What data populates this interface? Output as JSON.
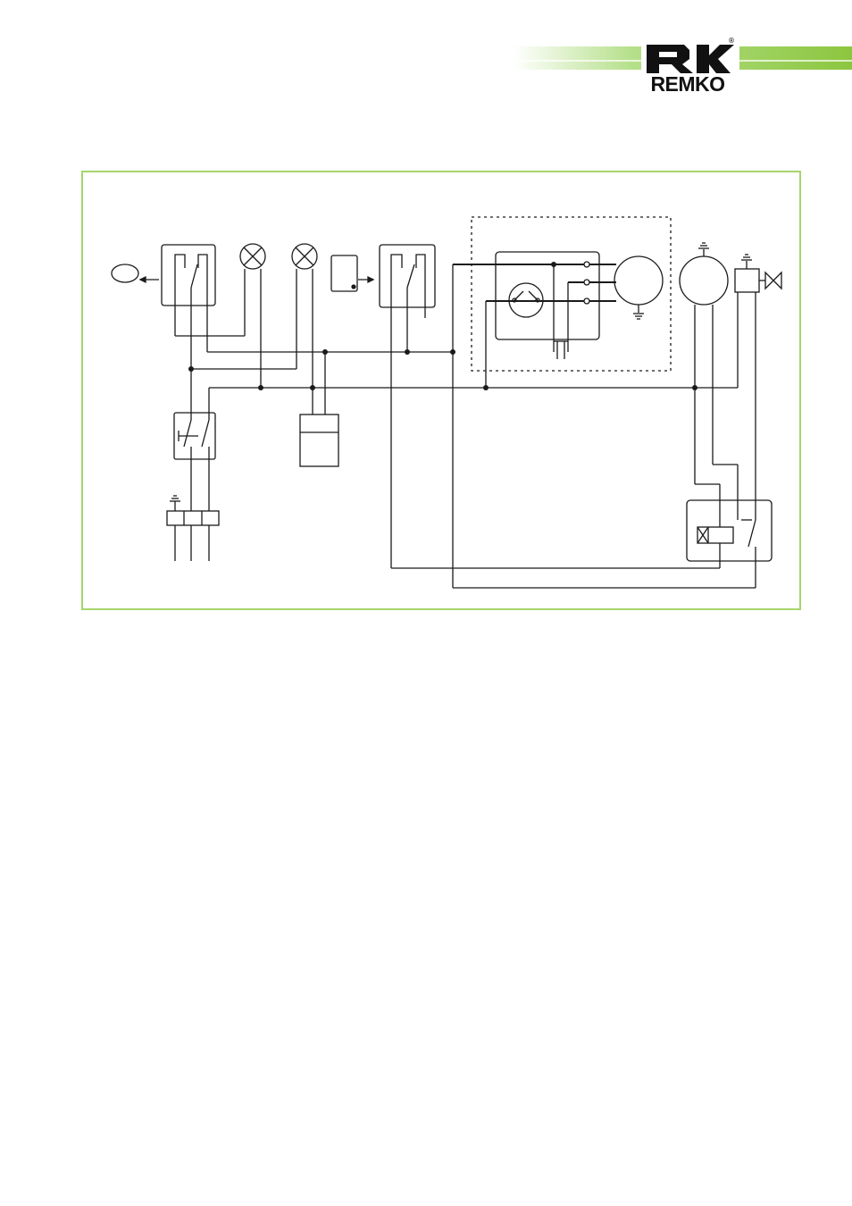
{
  "header": {
    "brand": "REMKO",
    "registered_mark": "®",
    "accent_color": "#8cc63f",
    "logo_color": "#111111"
  },
  "diagram": {
    "frame_color": "#a6d56b",
    "line_color": "#1a1a1a",
    "components": [
      "motor-symbol",
      "thermostat-1",
      "indicator-lamp-1",
      "indicator-lamp-2",
      "timer-module",
      "thermostat-2",
      "burner-unit-dashed",
      "igniter",
      "fan-motor",
      "pump-motor",
      "solenoid-valve",
      "main-switch",
      "terminal-block",
      "capacitor",
      "relay"
    ]
  }
}
